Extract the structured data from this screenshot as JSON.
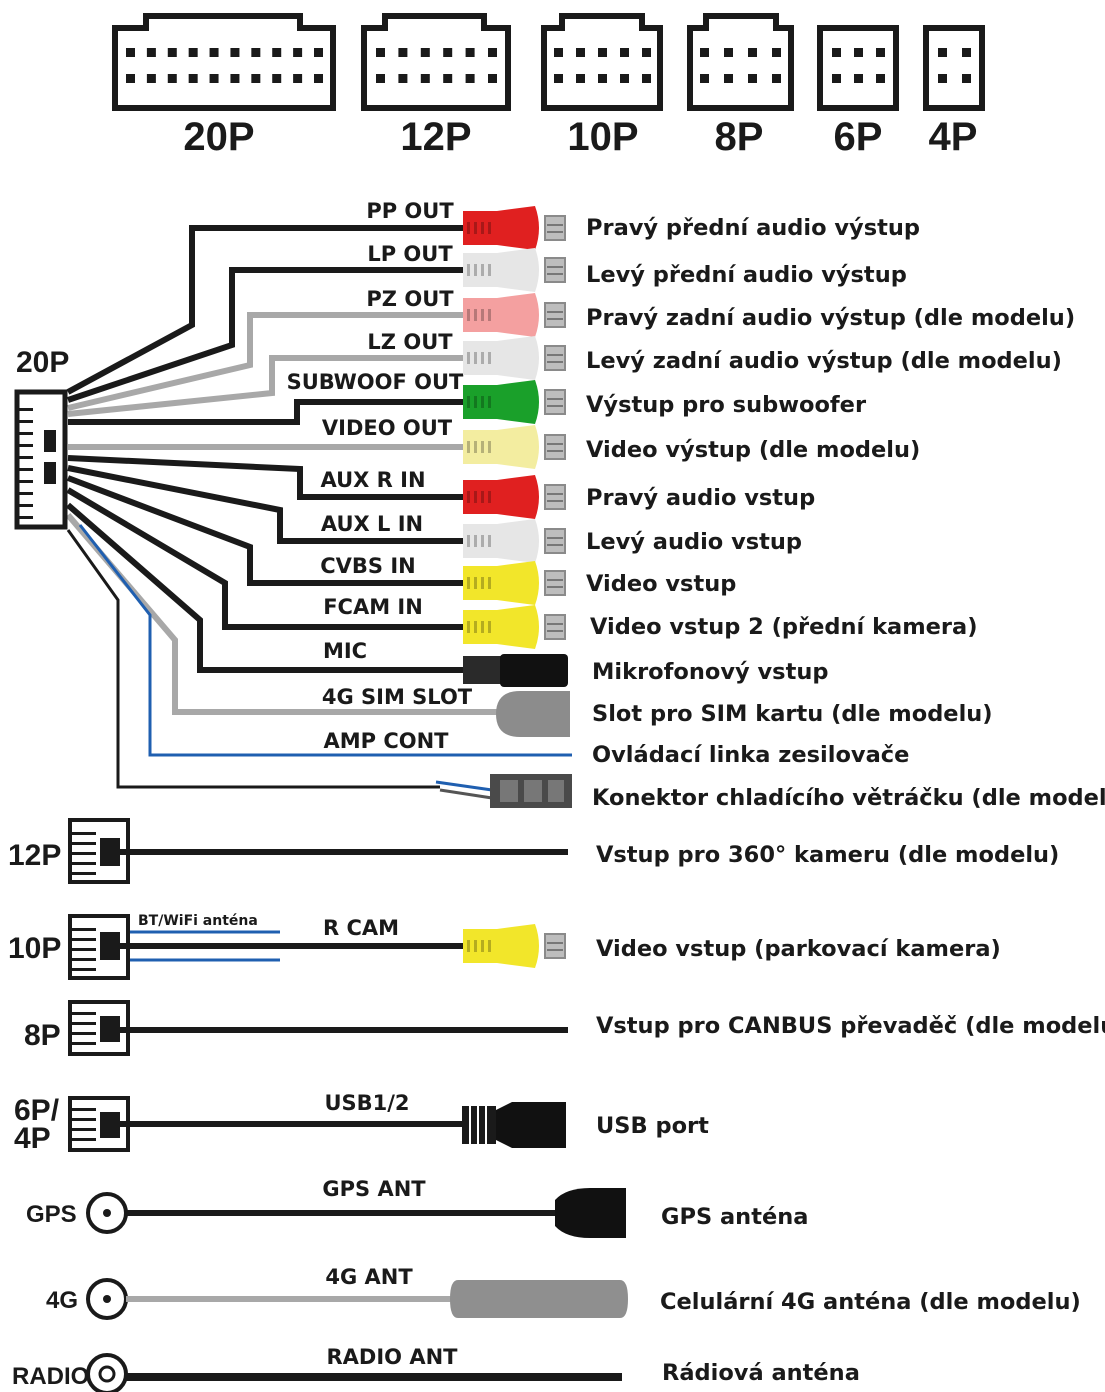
{
  "colors": {
    "wire_black": "#1a1a1a",
    "wire_gray": "#a8a8a8",
    "wire_blue": "#1f5fb0",
    "rca_red": "#e02020",
    "rca_white": "#e6e6e6",
    "rca_pink": "#f4a0a0",
    "rca_green": "#1aa02a",
    "rca_yellow": "#f2e62a",
    "rca_pale_yellow": "#f3eda0"
  },
  "connectors": [
    {
      "label": "20P",
      "pins": 20
    },
    {
      "label": "12P",
      "pins": 12
    },
    {
      "label": "10P",
      "pins": 10
    },
    {
      "label": "8P",
      "pins": 8
    },
    {
      "label": "6P",
      "pins": 6
    },
    {
      "label": "4P",
      "pins": 4
    }
  ],
  "harness_label": "20P",
  "wires": [
    {
      "label": "PP OUT",
      "desc": "Pravý přední audio výstup",
      "plug": "rca",
      "color": "rca_red",
      "wire": "wire_black"
    },
    {
      "label": "LP OUT",
      "desc": "Levý přední audio výstup",
      "plug": "rca",
      "color": "rca_white",
      "wire": "wire_black"
    },
    {
      "label": "PZ OUT",
      "desc": "Pravý zadní audio výstup (dle modelu)",
      "plug": "rca",
      "color": "rca_pink",
      "wire": "wire_gray"
    },
    {
      "label": "LZ OUT",
      "desc": "Levý zadní audio výstup (dle modelu)",
      "plug": "rca",
      "color": "rca_white",
      "wire": "wire_gray"
    },
    {
      "label": "SUBWOOF OUT",
      "desc": "Výstup pro subwoofer",
      "plug": "rca",
      "color": "rca_green",
      "wire": "wire_black"
    },
    {
      "label": "VIDEO OUT",
      "desc": "Video výstup (dle modelu)",
      "plug": "rca",
      "color": "rca_pale_yellow",
      "wire": "wire_gray"
    },
    {
      "label": "AUX R IN",
      "desc": "Pravý audio vstup",
      "plug": "rca",
      "color": "rca_red",
      "wire": "wire_black"
    },
    {
      "label": "AUX L IN",
      "desc": "Levý audio vstup",
      "plug": "rca",
      "color": "rca_white",
      "wire": "wire_black"
    },
    {
      "label": "CVBS IN",
      "desc": "Video vstup",
      "plug": "rca",
      "color": "rca_yellow",
      "wire": "wire_black"
    },
    {
      "label": "FCAM IN",
      "desc": "Video vstup 2 (přední kamera)",
      "plug": "rca",
      "color": "rca_yellow",
      "wire": "wire_black"
    },
    {
      "label": "MIC",
      "desc": "Mikrofonový vstup",
      "plug": "mic",
      "wire": "wire_black"
    },
    {
      "label": "4G SIM SLOT",
      "desc": "Slot pro SIM kartu (dle modelu)",
      "plug": "sim",
      "wire": "wire_gray"
    },
    {
      "label": "AMP CONT",
      "desc": "Ovládací linka zesilovače",
      "plug": "none",
      "wire": "wire_blue"
    },
    {
      "label": "",
      "desc": "Konektor chladícího větráčku (dle modelu)",
      "plug": "fan",
      "wire": "wire_black"
    }
  ],
  "aux_rows": [
    {
      "side": "12P",
      "wire_label": "",
      "desc": "Vstup pro 360° kameru (dle modelu)",
      "plug": "none"
    },
    {
      "side": "10P",
      "wire_label": "R CAM",
      "extra": "BT/WiFi anténa",
      "desc": "Video vstup (parkovací kamera)",
      "plug": "rca"
    },
    {
      "side": "8P",
      "wire_label": "",
      "desc": "Vstup pro CANBUS převaděč (dle modelu)",
      "plug": "none"
    },
    {
      "side": "6P/",
      "side2": "4P",
      "wire_label": "USB1/2",
      "desc": "USB port",
      "plug": "usb"
    },
    {
      "side": "GPS",
      "wire_label": "GPS ANT",
      "desc": "GPS anténa",
      "plug": "gps"
    },
    {
      "side": "4G",
      "wire_label": "4G ANT",
      "desc": "Celulární 4G anténa (dle modelu)",
      "plug": "lte"
    },
    {
      "side": "RADIO",
      "wire_label": "RADIO ANT",
      "desc": "Rádiová anténa",
      "plug": "radio"
    }
  ]
}
